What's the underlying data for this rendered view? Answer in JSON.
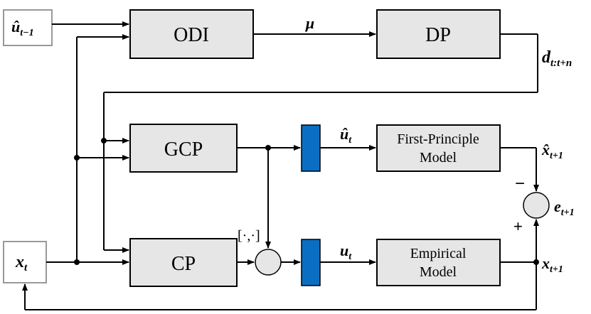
{
  "blocks": {
    "odi": "ODI",
    "dp": "DP",
    "gcp": "GCP",
    "cp": "CP",
    "first_principle_line1": "First-Principle",
    "first_principle_line2": "Model",
    "empirical_line1": "Empirical",
    "empirical_line2": "Model"
  },
  "inputs": {
    "u_prev_base": "û",
    "u_prev_sub": "t−1",
    "x_t_base": "x",
    "x_t_sub": "t"
  },
  "signals": {
    "mu": "μ",
    "d_base": "d",
    "d_sub": "t:t+n",
    "u_hat_base": "û",
    "u_hat_sub": "t",
    "u_base": "u",
    "u_sub": "t",
    "x_hat_next_base": "x̂",
    "x_hat_next_sub": "t+1",
    "e_base": "e",
    "e_sub": "t+1",
    "x_next_base": "x",
    "x_next_sub": "t+1",
    "concat": "[·,·]"
  },
  "signs": {
    "minus": "−",
    "plus": "+"
  },
  "colors": {
    "block_fill": "#e6e6e6",
    "actuator_fill": "#0a6fc2",
    "input_border": "#999999"
  }
}
